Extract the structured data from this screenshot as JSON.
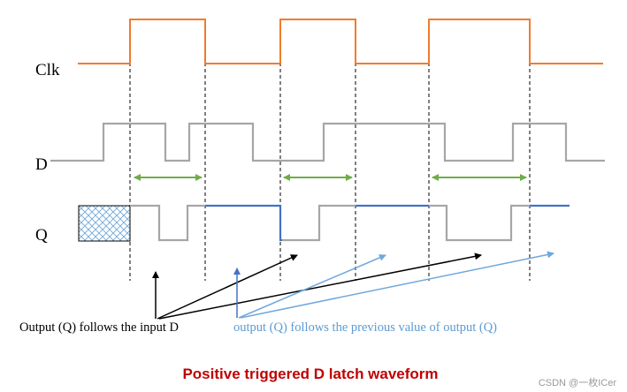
{
  "signals": {
    "clk_label": "Clk",
    "d_label": "D",
    "q_label": "Q"
  },
  "annotations": {
    "follows_input": "Output (Q) follows the input D",
    "follows_previous": "output (Q) follows the previous value of output (Q)"
  },
  "caption": "Positive triggered D latch waveform",
  "watermark": "CSDN @一枚ICer",
  "colors": {
    "clk": "#f07c2c",
    "d": "#a6a6a6",
    "q_follow": "#a6a6a6",
    "q_hold": "#4472c4",
    "enable_window": "#70ad47",
    "arrow_black": "#000000",
    "arrow_blue": "#6fa8dc",
    "caption": "#c00000",
    "annotation_blue": "#5b9bd5",
    "watermark": "#999999"
  }
}
